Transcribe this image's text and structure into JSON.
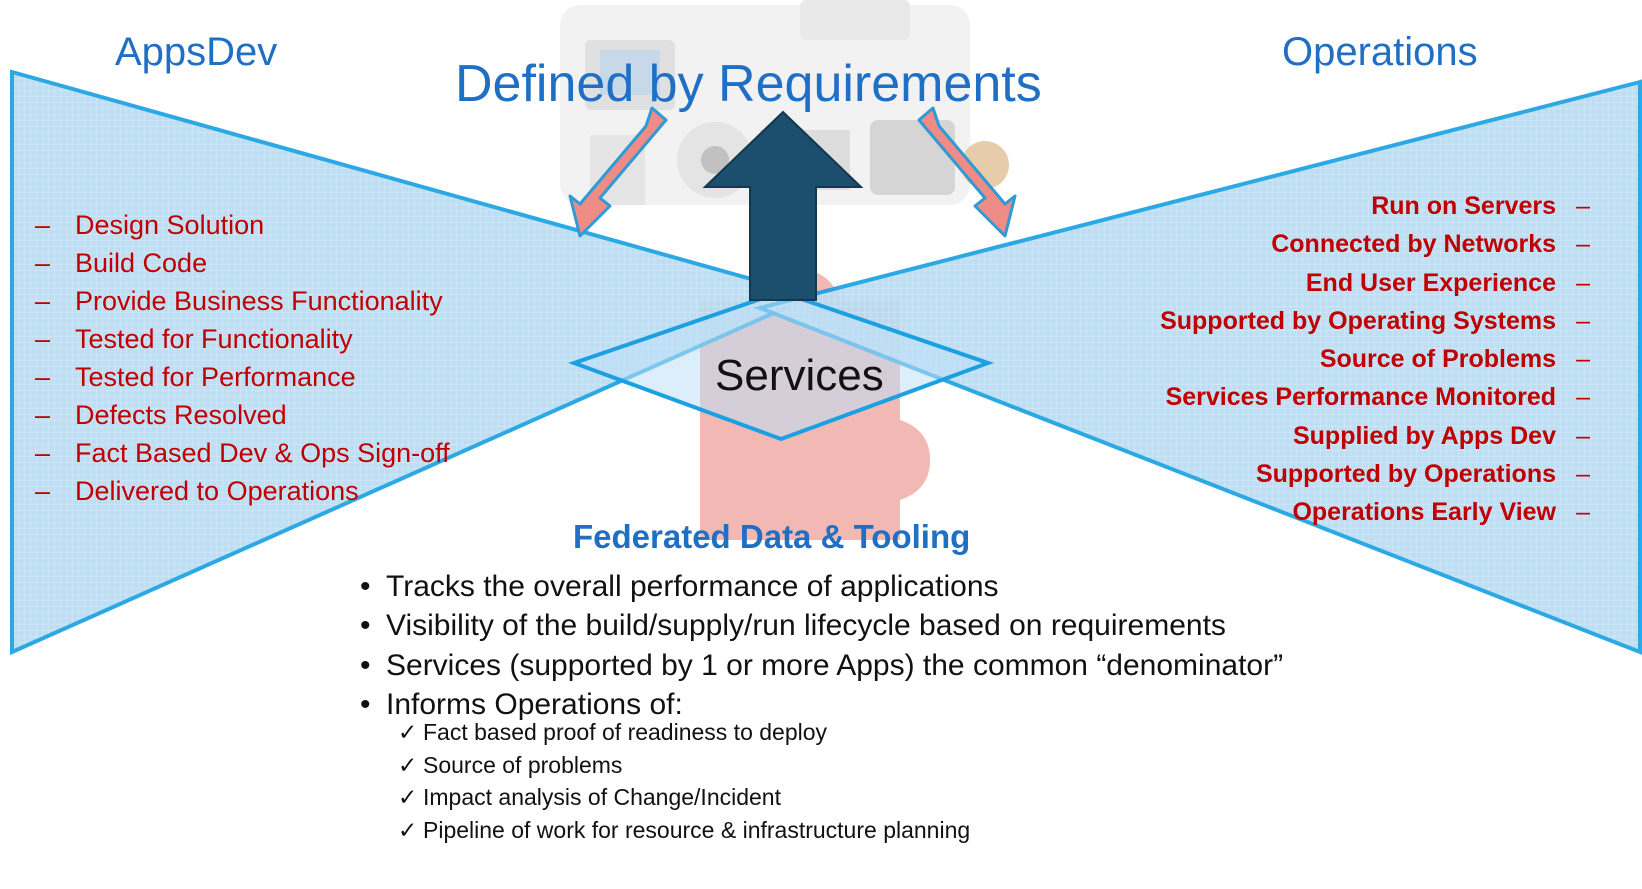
{
  "left_header": "AppsDev",
  "right_header": "Operations",
  "center_title": "Defined by Requirements",
  "center_label": "Services",
  "federated_title": "Federated Data & Tooling",
  "left_items": [
    "Design Solution",
    "Build Code",
    "Provide Business Functionality",
    "Tested for Functionality",
    "Tested for Performance",
    "Defects Resolved",
    "Fact Based Dev & Ops Sign-off",
    "Delivered to Operations"
  ],
  "right_items": [
    "Run on Servers",
    "Connected by Networks",
    "End User Experience",
    "Supported by Operating Systems",
    "Source of Problems",
    "Services Performance Monitored",
    "Supplied by Apps Dev",
    "Supported by Operations",
    "Operations Early View"
  ],
  "bullets": [
    "Tracks the overall performance of applications",
    "Visibility of the build/supply/run lifecycle based on requirements",
    "Services (supported by 1 or more Apps) the common “denominator”",
    "Informs Operations of:"
  ],
  "checks": [
    "Fact based proof of readiness to deploy",
    "Source of problems",
    "Impact analysis of Change/Incident",
    "Pipeline of work for resource & infrastructure planning"
  ],
  "colors": {
    "header_blue": "#1f6fc5",
    "item_red": "#c00000",
    "wedge_fill": "#b9dcf2",
    "wedge_stroke": "#1ba1e2",
    "up_arrow": "#1c4f6e",
    "side_arrow_fill": "#ef8c86",
    "side_arrow_stroke": "#2f9ad6",
    "puzzle": "#e87d74"
  },
  "icons": [
    "hardware-collage-image",
    "puzzle-piece-image",
    "up-arrow",
    "down-left-arrow",
    "down-right-arrow"
  ]
}
